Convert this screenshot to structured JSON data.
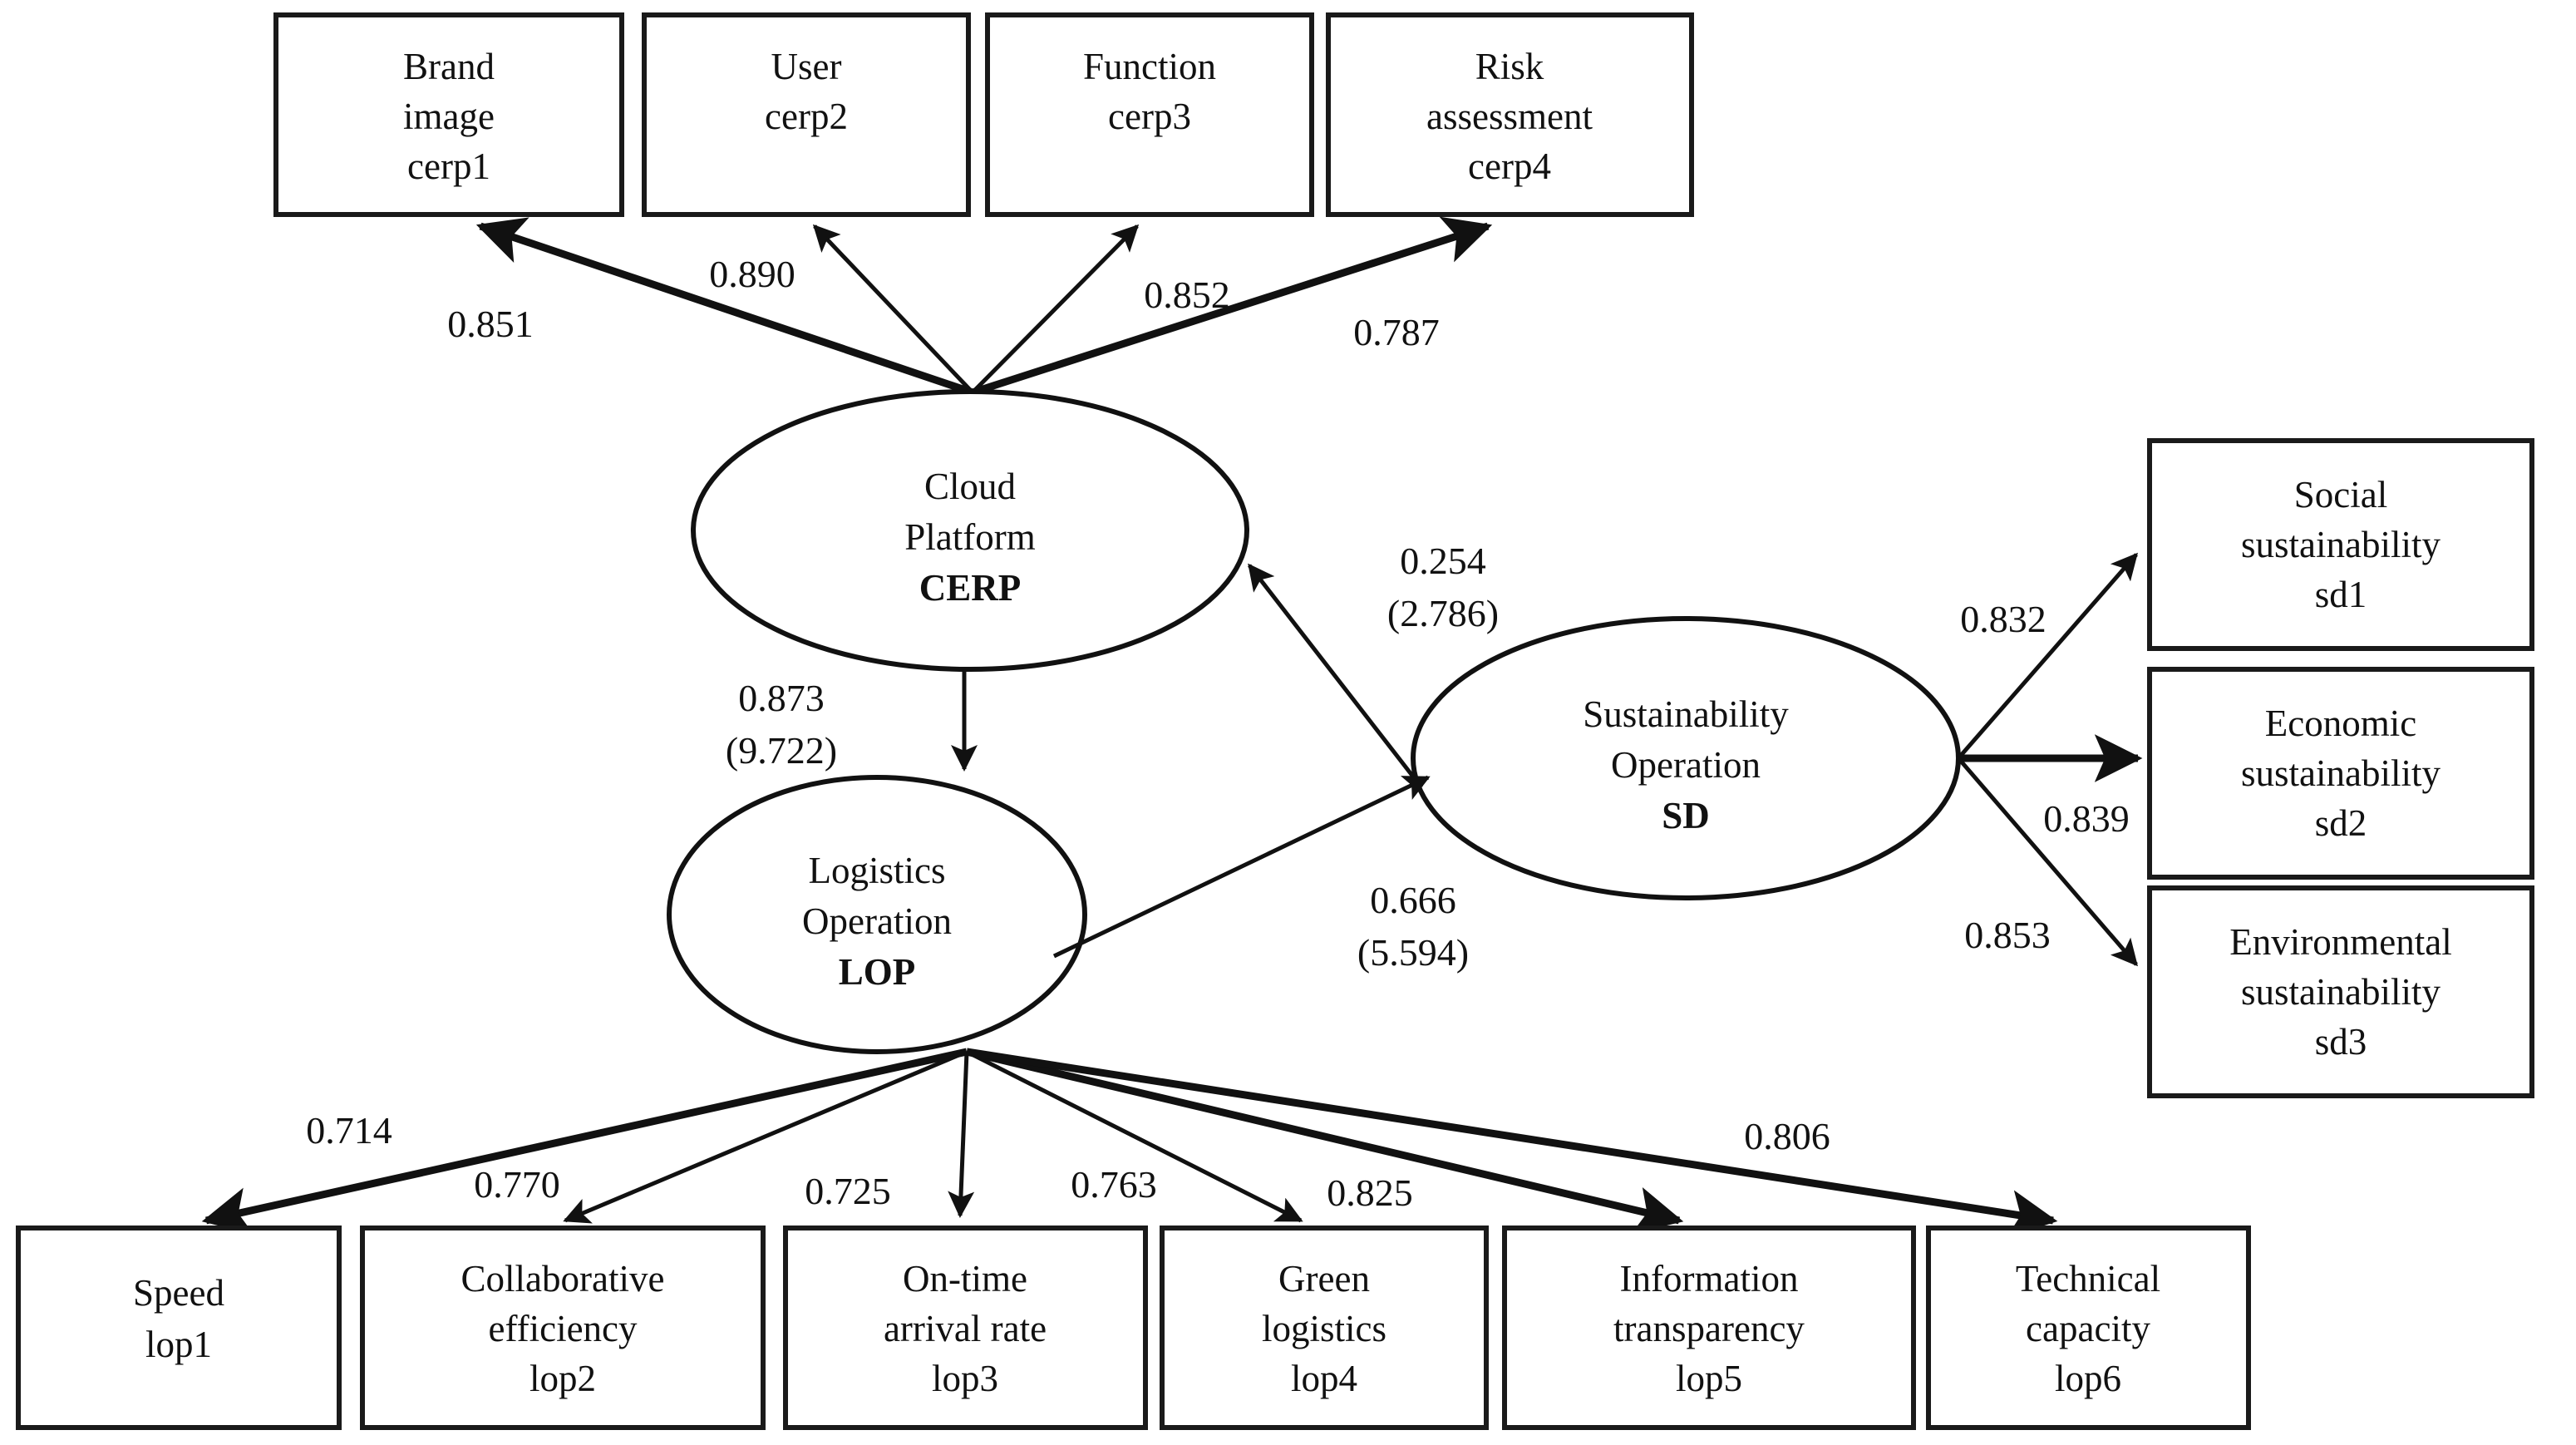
{
  "diagram": {
    "type": "structural-equation-model-path-diagram",
    "background_color": "#ffffff",
    "line_color": "#111111",
    "text_color": "#111111"
  },
  "latent_variables": [
    {
      "id": "CERP",
      "line1": "Cloud",
      "line2": "Platform",
      "code": "CERP"
    },
    {
      "id": "LOP",
      "line1": "Logistics",
      "line2": "Operation",
      "code": "LOP"
    },
    {
      "id": "SD",
      "line1": "Sustainability",
      "line2": "Operation",
      "code": "SD"
    }
  ],
  "indicators_cerp": [
    {
      "line1": "Brand",
      "line2": "image",
      "code": "cerp1",
      "loading": "0.851"
    },
    {
      "line1": "User",
      "line2": "",
      "code": "cerp2",
      "loading": "0.890"
    },
    {
      "line1": "Function",
      "line2": "",
      "code": "cerp3",
      "loading": "0.852"
    },
    {
      "line1": "Risk",
      "line2": "assessment",
      "code": "cerp4",
      "loading": "0.787"
    }
  ],
  "indicators_lop": [
    {
      "line1": "Speed",
      "line2": "",
      "code": "lop1",
      "loading": "0.714"
    },
    {
      "line1": "Collaborative",
      "line2": "efficiency",
      "code": "lop2",
      "loading": "0.770"
    },
    {
      "line1": "On-time",
      "line2": "arrival rate",
      "code": "lop3",
      "loading": "0.725"
    },
    {
      "line1": "Green",
      "line2": "logistics",
      "code": "lop4",
      "loading": "0.763"
    },
    {
      "line1": "Information",
      "line2": "transparency",
      "code": "lop5",
      "loading": "0.825"
    },
    {
      "line1": "Technical",
      "line2": "capacity",
      "code": "lop6",
      "loading": "0.806"
    }
  ],
  "indicators_sd": [
    {
      "line1": "Social",
      "line2": "sustainability",
      "code": "sd1",
      "loading": "0.832"
    },
    {
      "line1": "Economic",
      "line2": "sustainability",
      "code": "sd2",
      "loading": "0.839"
    },
    {
      "line1": "Environmental",
      "line2": "sustainability",
      "code": "sd3",
      "loading": "0.853"
    }
  ],
  "structural_paths": [
    {
      "id": "cerp-to-lop",
      "from": "CERP",
      "to": "LOP",
      "coefficient": "0.873",
      "t_value": "(9.722)"
    },
    {
      "id": "sd-to-cerp",
      "from": "SD",
      "to": "CERP",
      "coefficient": "0.254",
      "t_value": "(2.786)"
    },
    {
      "id": "lop-to-sd",
      "from": "LOP",
      "to": "SD",
      "coefficient": "0.666",
      "t_value": "(5.594)"
    }
  ],
  "chart_data": {
    "type": "diagram",
    "title": "",
    "measurement_loadings": {
      "CERP": {
        "cerp1": 0.851,
        "cerp2": 0.89,
        "cerp3": 0.852,
        "cerp4": 0.787
      },
      "LOP": {
        "lop1": 0.714,
        "lop2": 0.77,
        "lop3": 0.725,
        "lop4": 0.763,
        "lop5": 0.825,
        "lop6": 0.806
      },
      "SD": {
        "sd1": 0.832,
        "sd2": 0.839,
        "sd3": 0.853
      }
    },
    "path_coefficients": [
      {
        "path": "CERP -> LOP",
        "beta": 0.873,
        "t": 9.722
      },
      {
        "path": "SD -> CERP",
        "beta": 0.254,
        "t": 2.786
      },
      {
        "path": "LOP -> SD",
        "beta": 0.666,
        "t": 5.594
      }
    ]
  }
}
